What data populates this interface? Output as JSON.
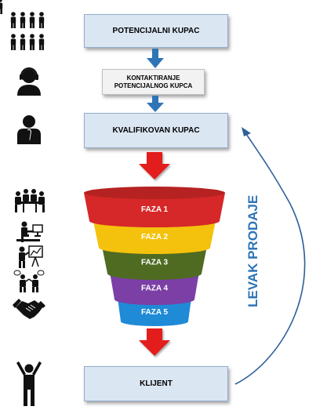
{
  "steps": {
    "potential": "POTENCIJALNI KUPAC",
    "contact_line1": "KONTAKTIRANJE",
    "contact_line2": "POTENCIJALNOG KUPCA",
    "qualified": "KVALIFIKOVAN KUPAC",
    "client": "KLIJENT"
  },
  "funnel": {
    "title": "LEVAK PRODAJE",
    "stages": [
      {
        "label": "FAZA 1",
        "color": "#d62828"
      },
      {
        "label": "FAZA 2",
        "color": "#f4c20d"
      },
      {
        "label": "FAZA 3",
        "color": "#4f6b22"
      },
      {
        "label": "FAZA 4",
        "color": "#7b3fa6"
      },
      {
        "label": "FAZA 5",
        "color": "#1f8ad6"
      }
    ]
  },
  "colors": {
    "box_fill": "#dbe6f3",
    "small_arrow": "#2e75b6",
    "big_arrow": "#e31b1b",
    "title_color": "#2e75b6",
    "return_curve": "#2e5f9a"
  },
  "icons": [
    "crowd-icon",
    "operator-icon",
    "person-tie-icon",
    "meeting-icon",
    "desk-worker-icon",
    "presentation-icon",
    "discussion-icon",
    "handshake-icon",
    "celebrating-person-icon"
  ]
}
